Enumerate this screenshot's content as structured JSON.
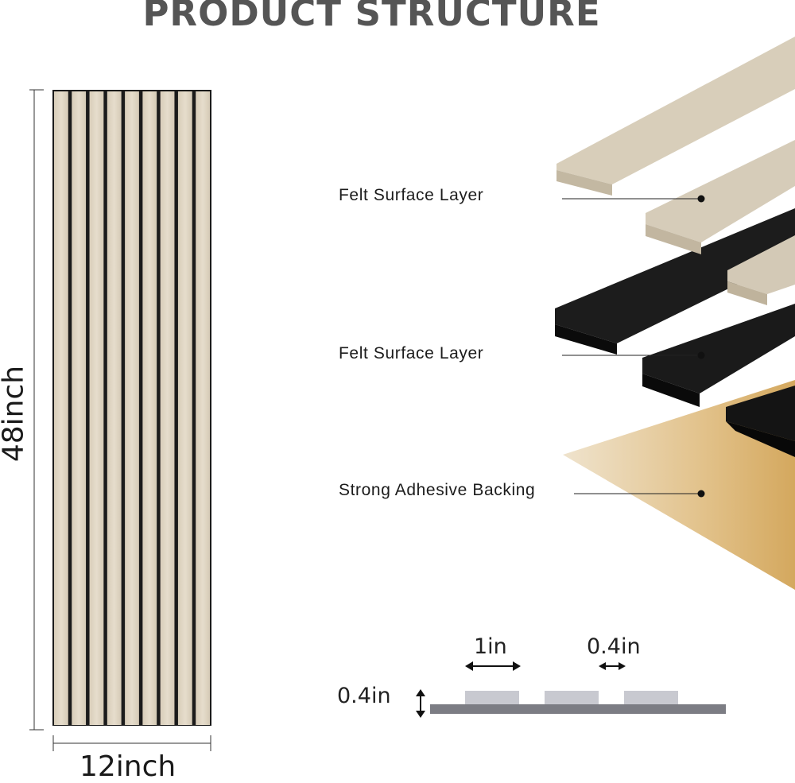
{
  "title": "PRODUCT STRUCTURE",
  "panel": {
    "height_label": "48inch",
    "width_label": "12inch",
    "colors": {
      "felt": "#e0d6c4",
      "groove": "#1b1b1b"
    }
  },
  "callouts": [
    {
      "label": "Felt Surface Layer"
    },
    {
      "label": "Felt Surface Layer"
    },
    {
      "label": "Strong Adhesive Backing"
    }
  ],
  "layer_colors": {
    "felt": "#d6ccb8",
    "black_strip": "#1a1a1a",
    "adhesive": "#d9b274"
  },
  "spec": {
    "slat_width_label": "1in",
    "gap_label": "0.4in",
    "thickness_label": "0.4in",
    "colors": {
      "slat": "#c8c9d0",
      "base": "#7c7d84"
    }
  }
}
